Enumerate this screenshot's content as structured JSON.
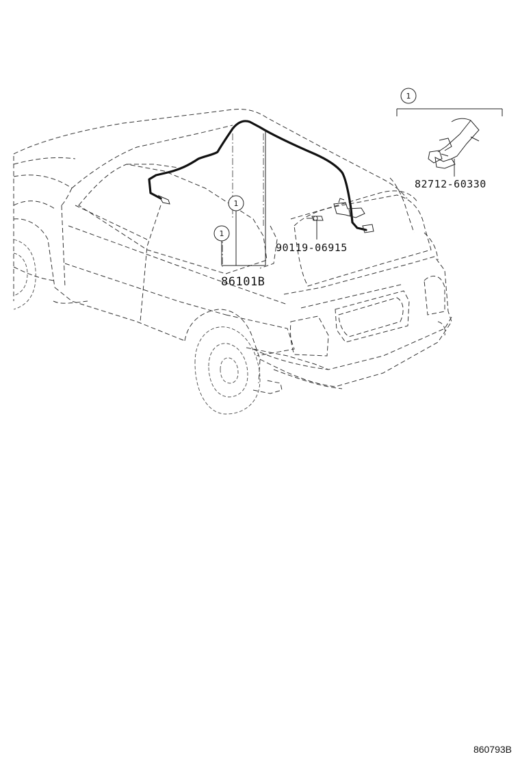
{
  "diagram": {
    "parts": {
      "antenna_cord": "86101B",
      "screw": "90119-06915",
      "clamp": "82712-60330"
    },
    "callouts": {
      "top_right": "1",
      "left_upper": "1",
      "left_lower": "1"
    },
    "diagram_code": "860793B"
  }
}
